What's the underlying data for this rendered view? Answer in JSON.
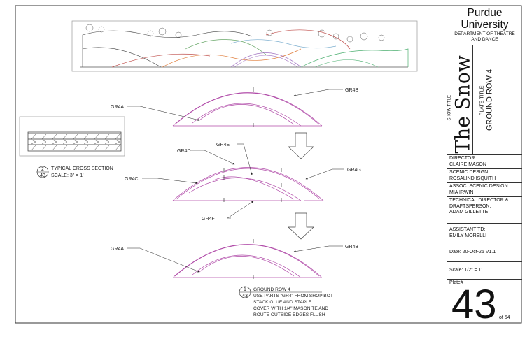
{
  "title_block": {
    "university": "Purdue University",
    "department": "DEPARTMENT OF THEATRE AND DANCE",
    "show_title_label": "SHOW TITLE",
    "show_title": "The Snow",
    "plate_title_label": "PLATE TITLE:",
    "plate_title": "GROUND ROW 4",
    "director_label": "DIRECTOR:",
    "director": "CLAIRE MASON",
    "scenic_label": "SCENIC DESIGN:",
    "scenic": "ROSALIND ISQUITH",
    "assoc_label": "ASSOC. SCENIC DESIGN:",
    "assoc": "MIA IRWIN",
    "td_label": "TECHNICAL DIRECTOR & DRAFTSPERSON:",
    "td": "ADAM GILLETTE",
    "atd_label": "ASSISTANT TD:",
    "atd": "EMILY MORELLI",
    "date": "Date:  20-Oct-25 V1.1",
    "scale": "Scale:  1/2\" = 1'",
    "plate_label": "Plate#",
    "plate_number": "43",
    "plate_total": "of  54"
  },
  "cross_section": {
    "detail_num": "2",
    "sheet_num": "43",
    "title": "TYPICAL CROSS SECTION",
    "scale": "SCALE: 3\" = 1'"
  },
  "main_detail": {
    "detail_num": "1",
    "sheet_num": "43",
    "title": "GROUND ROW 4",
    "notes": [
      "USE PARTS \"GR4\" FROM SHOP BOT",
      "STACK GLUE AND STAPLE",
      "COVER WITH 1/4\" MASONITE AND",
      "ROUTE OUTSIDE EDGES FLUSH"
    ]
  },
  "callouts": {
    "top": [
      "GR4A",
      "GR4B"
    ],
    "middle": [
      "GR4C",
      "GR4D",
      "GR4E",
      "GR4F",
      "GR4G"
    ],
    "bottom": [
      "GR4A",
      "GR4B"
    ]
  },
  "colors": {
    "part_line": "#b04aa8",
    "frame": "#333333"
  }
}
